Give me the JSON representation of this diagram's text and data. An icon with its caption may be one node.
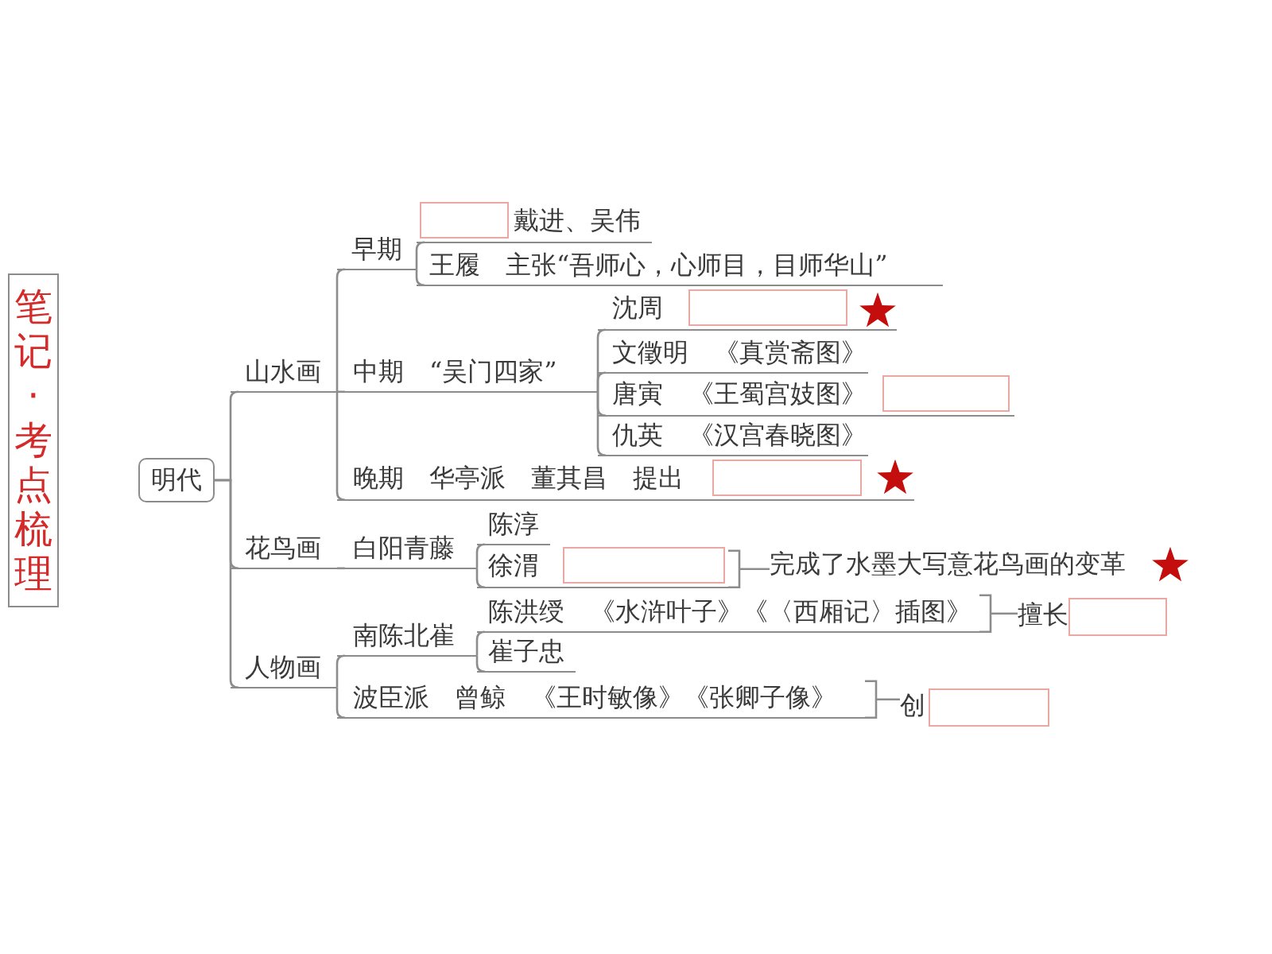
{
  "diagram": {
    "title": "笔记·考点梳理",
    "nodes": [
      {
        "text": [
          "明代"
        ]
      },
      {
        "text": [
          "山水画"
        ]
      },
      {
        "text": [
          "早期"
        ]
      },
      {
        "text": [
          "戴进、吴伟"
        ]
      },
      {
        "text": [
          "王履　主张“吾师心，心师目，目师华山”"
        ]
      },
      {
        "text": [
          "中期　“吴门四家”"
        ]
      },
      {
        "text": [
          "沈周"
        ]
      },
      {
        "text": [
          "文徵明　《真赏斋图》"
        ]
      },
      {
        "text": [
          "唐寅　《王蜀宫妓图》"
        ]
      },
      {
        "text": [
          "仇英　《汉宫春晓图》"
        ]
      },
      {
        "text": [
          "晚期　华亭派　董其昌　提出"
        ]
      },
      {
        "text": [
          "花鸟画"
        ]
      },
      {
        "text": [
          "白阳青藤"
        ]
      },
      {
        "text": [
          "陈淳"
        ]
      },
      {
        "text": [
          "徐渭"
        ]
      },
      {
        "text": [
          "完成了水墨大写意花鸟画的变革"
        ]
      },
      {
        "text": [
          "人物画"
        ]
      },
      {
        "text": [
          "南陈北崔"
        ]
      },
      {
        "text": [
          "陈洪绶　《水浒叶子》《〈西厢记〉插图》"
        ]
      },
      {
        "text": [
          "擅长"
        ]
      },
      {
        "text": [
          "崔子忠"
        ]
      },
      {
        "text": [
          "波臣派　曾鲸　《王时敏像》《张卿子像》"
        ]
      },
      {
        "text": [
          "创"
        ]
      }
    ],
    "edges": [
      {
        "from": 0,
        "to": 1,
        "arrow": "none"
      },
      {
        "from": 1,
        "to": 2,
        "arrow": "none"
      },
      {
        "from": 2,
        "to": 3,
        "arrow": "none"
      },
      {
        "from": 2,
        "to": 4,
        "arrow": "none"
      },
      {
        "from": 1,
        "to": 5,
        "arrow": "none"
      },
      {
        "from": 5,
        "to": 6,
        "arrow": "none"
      },
      {
        "from": 5,
        "to": 7,
        "arrow": "none"
      },
      {
        "from": 5,
        "to": 8,
        "arrow": "none"
      },
      {
        "from": 5,
        "to": 9,
        "arrow": "none"
      },
      {
        "from": 1,
        "to": 10,
        "arrow": "none"
      },
      {
        "from": 0,
        "to": 11,
        "arrow": "none"
      },
      {
        "from": 11,
        "to": 12,
        "arrow": "none"
      },
      {
        "from": 12,
        "to": 13,
        "arrow": "none"
      },
      {
        "from": 12,
        "to": 14,
        "arrow": "none"
      },
      {
        "from": 14,
        "to": 15,
        "arrow": "none"
      },
      {
        "from": 0,
        "to": 16,
        "arrow": "none"
      },
      {
        "from": 16,
        "to": 17,
        "arrow": "none"
      },
      {
        "from": 17,
        "to": 18,
        "arrow": "none"
      },
      {
        "from": 18,
        "to": 19,
        "arrow": "none"
      },
      {
        "from": 17,
        "to": 20,
        "arrow": "none"
      },
      {
        "from": 16,
        "to": 21,
        "arrow": "none"
      },
      {
        "from": 21,
        "to": 22,
        "arrow": "none"
      }
    ]
  }
}
